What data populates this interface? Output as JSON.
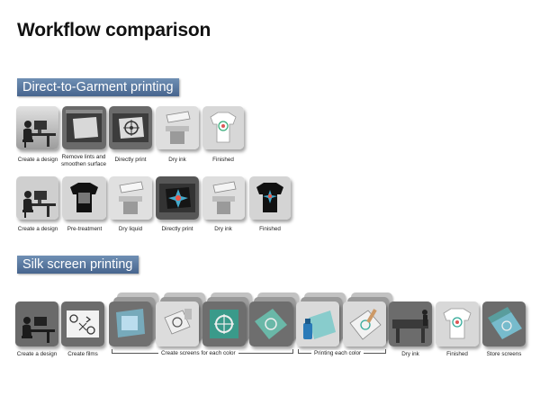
{
  "title": "Workflow comparison",
  "sections": {
    "dtg": "Direct-to-Garment printing",
    "silk": "Silk screen printing"
  },
  "dtg_row1": [
    "Create a design",
    "Remove lints and smoothen surface",
    "Directly print",
    "Dry ink",
    "Finished"
  ],
  "dtg_row2": [
    "Create a design",
    "Pre-treatment",
    "Dry liquid",
    "Directly print",
    "Dry ink",
    "Finished"
  ],
  "silk_row": {
    "create_design": "Create a design",
    "create_films": "Create films",
    "screens_group": "Create screens for each color",
    "printing_group": "Printing each color",
    "dry_ink": "Dry ink",
    "finished": "Finished",
    "store_screens": "Store screens"
  },
  "colors": {
    "section_header": "#5a7aa3",
    "tile_dark": "#5f5f5f",
    "tile_light": "#cfcfcf"
  },
  "icons": [
    "designer-icon",
    "printer-platen-icon",
    "heat-press-icon",
    "tshirt-icon",
    "films-icon",
    "screen-frame-icon",
    "ink-bottle-icon",
    "dryer-icon"
  ]
}
